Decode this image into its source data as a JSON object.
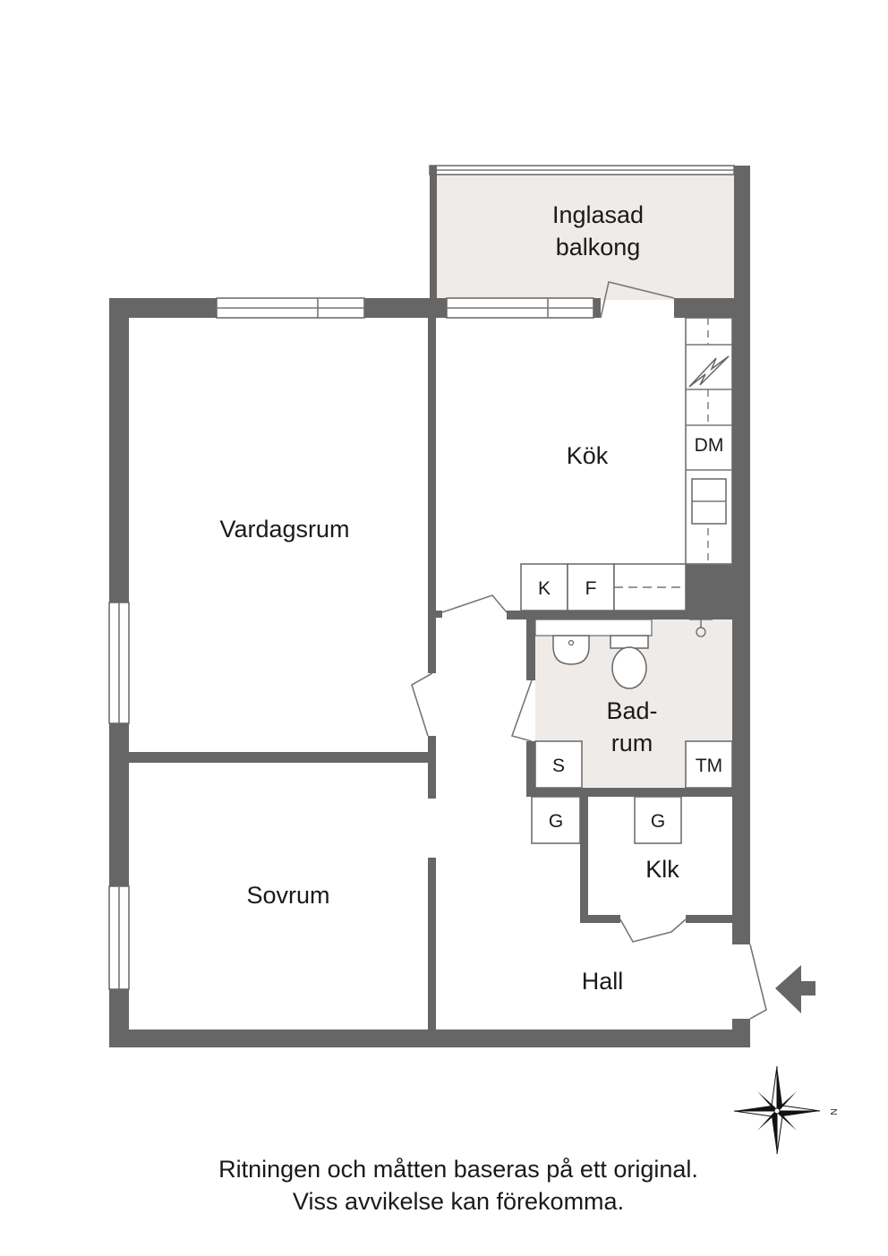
{
  "rooms": {
    "balcony_line1": "Inglasad",
    "balcony_line2": "balkong",
    "kitchen": "Kök",
    "living_room": "Vardagsrum",
    "bedroom": "Sovrum",
    "bathroom_line1": "Bad-",
    "bathroom_line2": "rum",
    "closet": "Klk",
    "hall": "Hall"
  },
  "fixtures": {
    "dishwasher": "DM",
    "fridge": "K",
    "freezer": "F",
    "shower": "S",
    "washing_machine": "TM",
    "wardrobe_1": "G",
    "wardrobe_2": "G"
  },
  "compass": {
    "north_label": "N"
  },
  "caption": {
    "line1": "Ritningen och måtten baseras på ett original.",
    "line2": "Viss avvikelse kan förekomma."
  },
  "colors": {
    "wall": "#666666",
    "wet_room_fill": "#eeebe8",
    "balcony_fill": "#eeebe8"
  }
}
